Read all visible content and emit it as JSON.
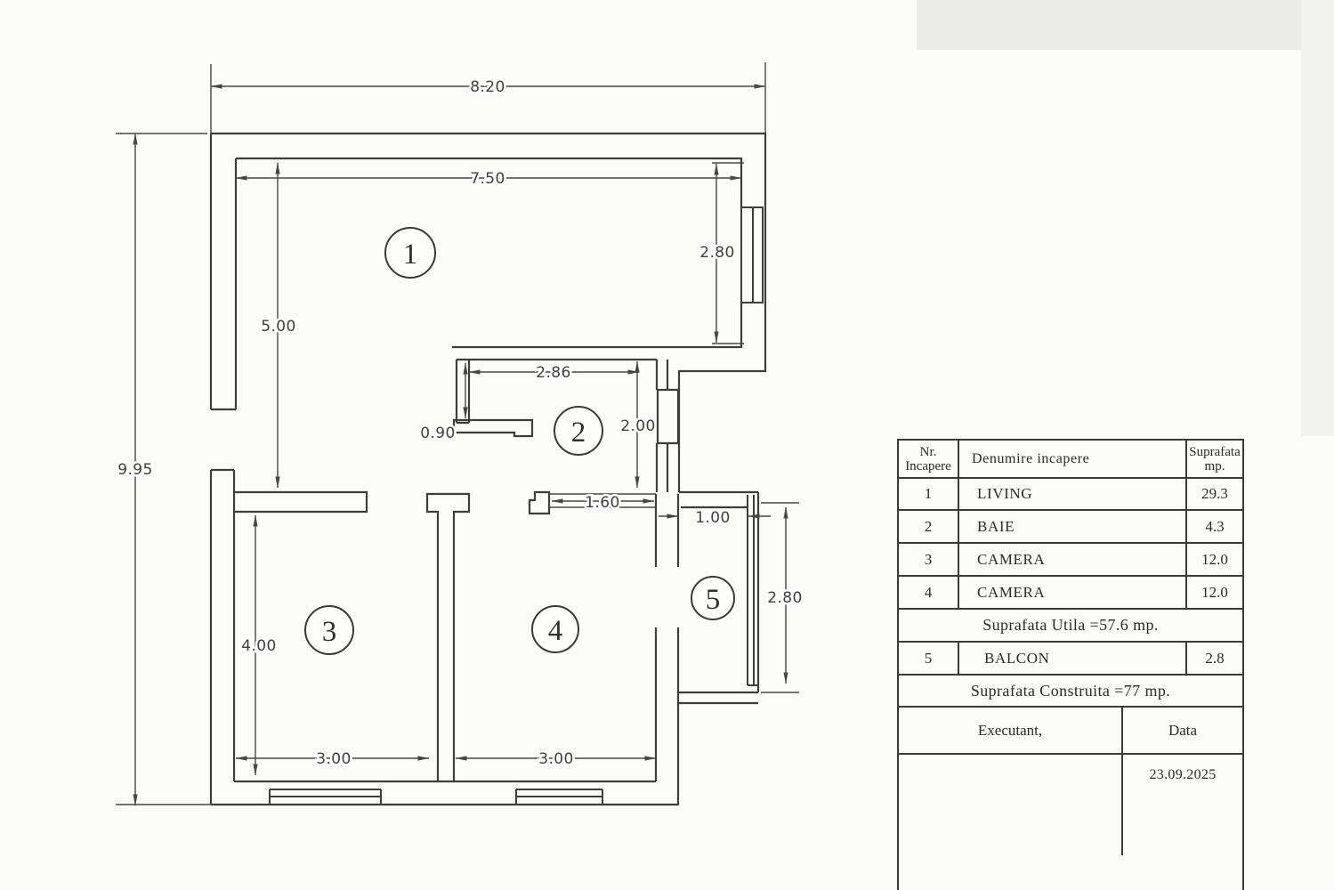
{
  "dims": {
    "w_total": "8.20",
    "h_total": "9.95",
    "living_w": "7.50",
    "living_h": "2.80",
    "left_h": "5.00",
    "bath_w": "2.86",
    "bath_door": "0.90",
    "bath_h": "2.00",
    "hall_opening": "1.60",
    "balcony_door": "1.00",
    "balcony_h": "2.80",
    "room3_h": "4.00",
    "room3_w": "3.00",
    "room4_w": "3.00"
  },
  "rooms": {
    "r1": "1",
    "r2": "2",
    "r3": "3",
    "r4": "4",
    "r5": "5"
  },
  "table": {
    "header": {
      "col1_line1": "Nr.",
      "col1_line2": "Incapere",
      "col2": "Denumire incapere",
      "col3_line1": "Suprafata",
      "col3_line2": "mp."
    },
    "rows": [
      {
        "nr": "1",
        "name": "LIVING",
        "area": "29.3"
      },
      {
        "nr": "2",
        "name": "BAIE",
        "area": "4.3"
      },
      {
        "nr": "3",
        "name": "CAMERA",
        "area": "12.0"
      },
      {
        "nr": "4",
        "name": "CAMERA",
        "area": "12.0"
      }
    ],
    "utila": "Suprafata  Utila  =57.6 mp.",
    "balcon_row": {
      "nr": "5",
      "name": "BALCON",
      "area": "2.8"
    },
    "construita": "Suprafata  Construita =77 mp.",
    "executant_label": "Executant,",
    "data_label": "Data",
    "date_value": "23.09.2025"
  }
}
